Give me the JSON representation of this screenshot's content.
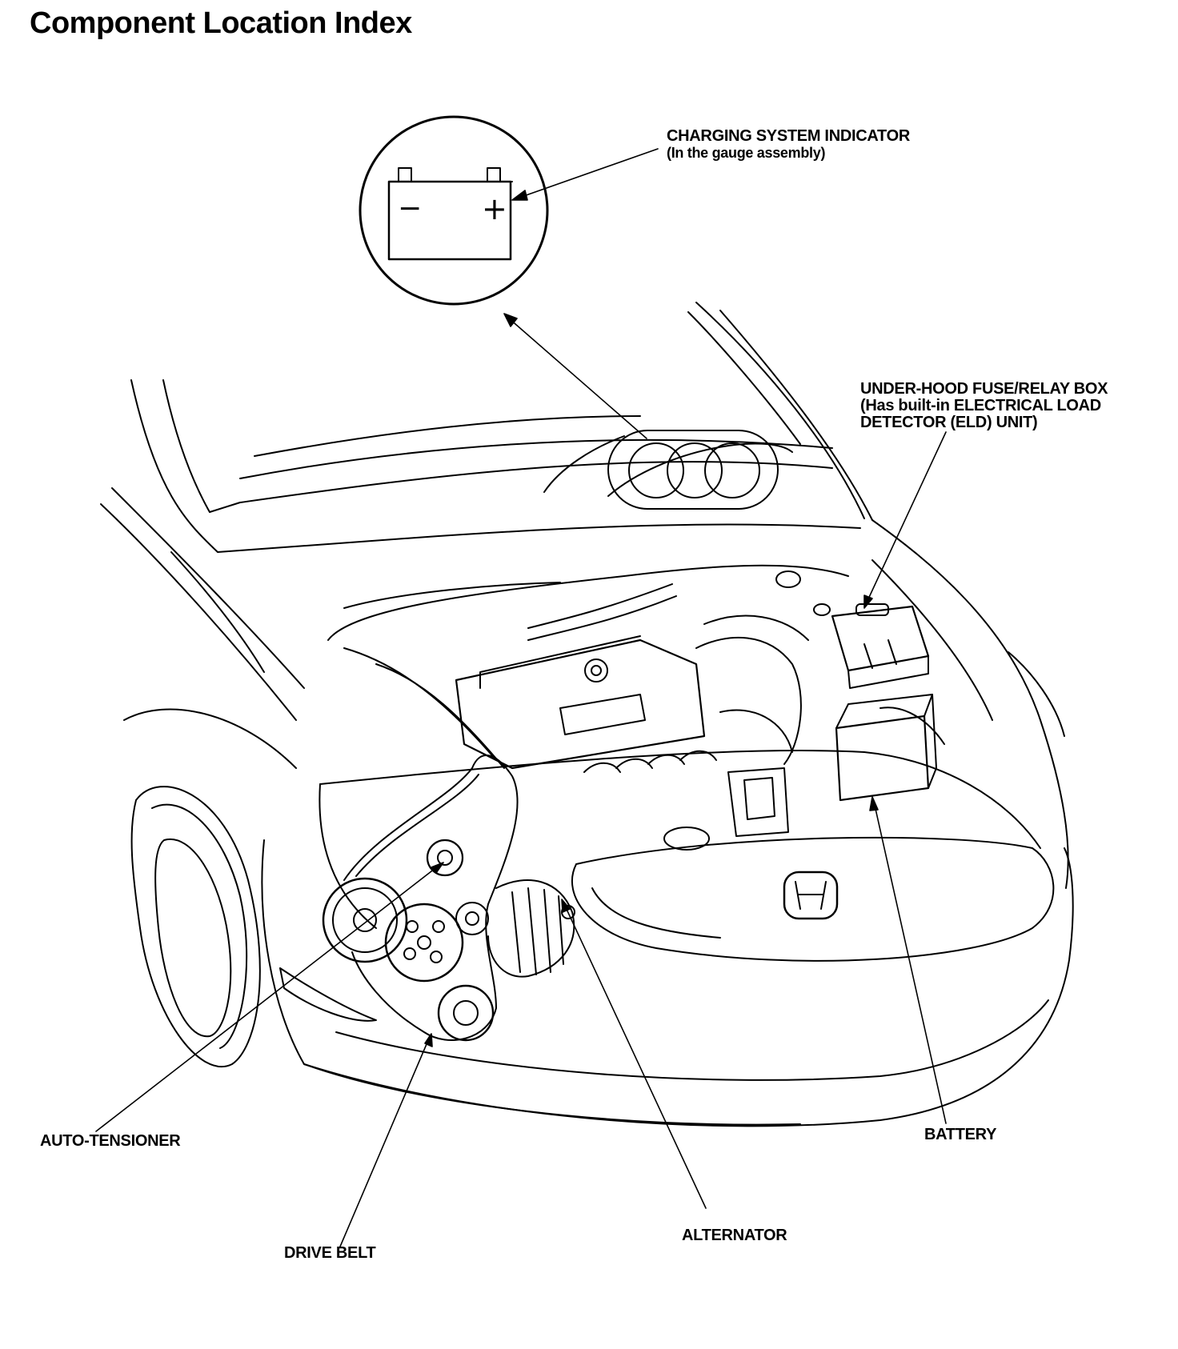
{
  "page": {
    "title": "Component Location Index"
  },
  "callouts": {
    "charging_indicator": {
      "line1": "CHARGING SYSTEM INDICATOR",
      "line2": "(In the gauge assembly)"
    },
    "fuse_box": {
      "line1": "UNDER-HOOD FUSE/RELAY BOX",
      "line2": "(Has built-in ELECTRICAL LOAD",
      "line3": "DETECTOR (ELD) UNIT)"
    },
    "auto_tensioner": "AUTO-TENSIONER",
    "battery": "BATTERY",
    "alternator": "ALTERNATOR",
    "drive_belt": "DRIVE BELT"
  },
  "battery_symbol": {
    "minus": "−",
    "plus": "+"
  }
}
